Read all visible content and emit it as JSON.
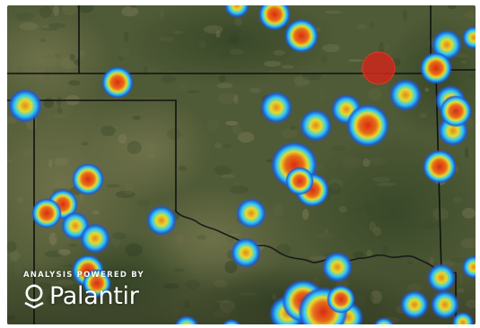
{
  "map": {
    "view": "satellite",
    "layer": "heatmap",
    "colors": {
      "terrain_base": "#4f5a36",
      "terrain_light": "#7c7a52",
      "terrain_dark": "#2f3e24",
      "border": "#111111",
      "river": "#1a1a1a",
      "heat_low": "#1e5bd8",
      "heat_mid": "#2ed1ff",
      "heat_warm": "#e8e230",
      "heat_high": "#e02a12"
    }
  },
  "branding": {
    "caption": "ANALYSIS POWERED BY",
    "name": "Palantir",
    "logo_icon": "palantir-logo-icon"
  }
}
